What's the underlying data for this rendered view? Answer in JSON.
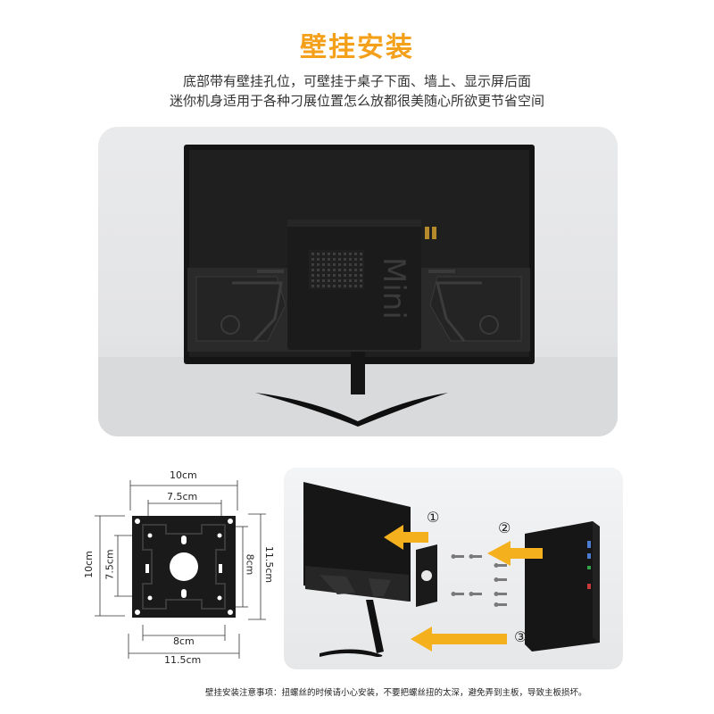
{
  "header": {
    "title": "壁挂安装",
    "line1": "底部带有壁挂孔位，可壁挂于桌子下面、墙上、显示屏后面",
    "line2": "迷你机身适用于各种刁展位置怎么放都很美随心所欲更节省空间"
  },
  "hero": {
    "device_label": "Mini"
  },
  "dimensions": {
    "top_outer": "10cm",
    "top_inner": "7.5cm",
    "left_outer": "10cm",
    "left_inner": "7.5cm",
    "right_inner": "8cm",
    "right_outer": "11.5cm",
    "bottom_inner": "8cm",
    "bottom_outer": "11.5cm"
  },
  "steps": {
    "step1": "①",
    "step2": "②",
    "step3": "③"
  },
  "footer": {
    "note": "壁挂安装注意事项：扭螺丝的时候请小心安装，不要把螺丝扭的太深，避免弄到主板，导致主板损坏。"
  },
  "colors": {
    "accent": "#f5a01a",
    "arrow": "#f5b01e"
  }
}
